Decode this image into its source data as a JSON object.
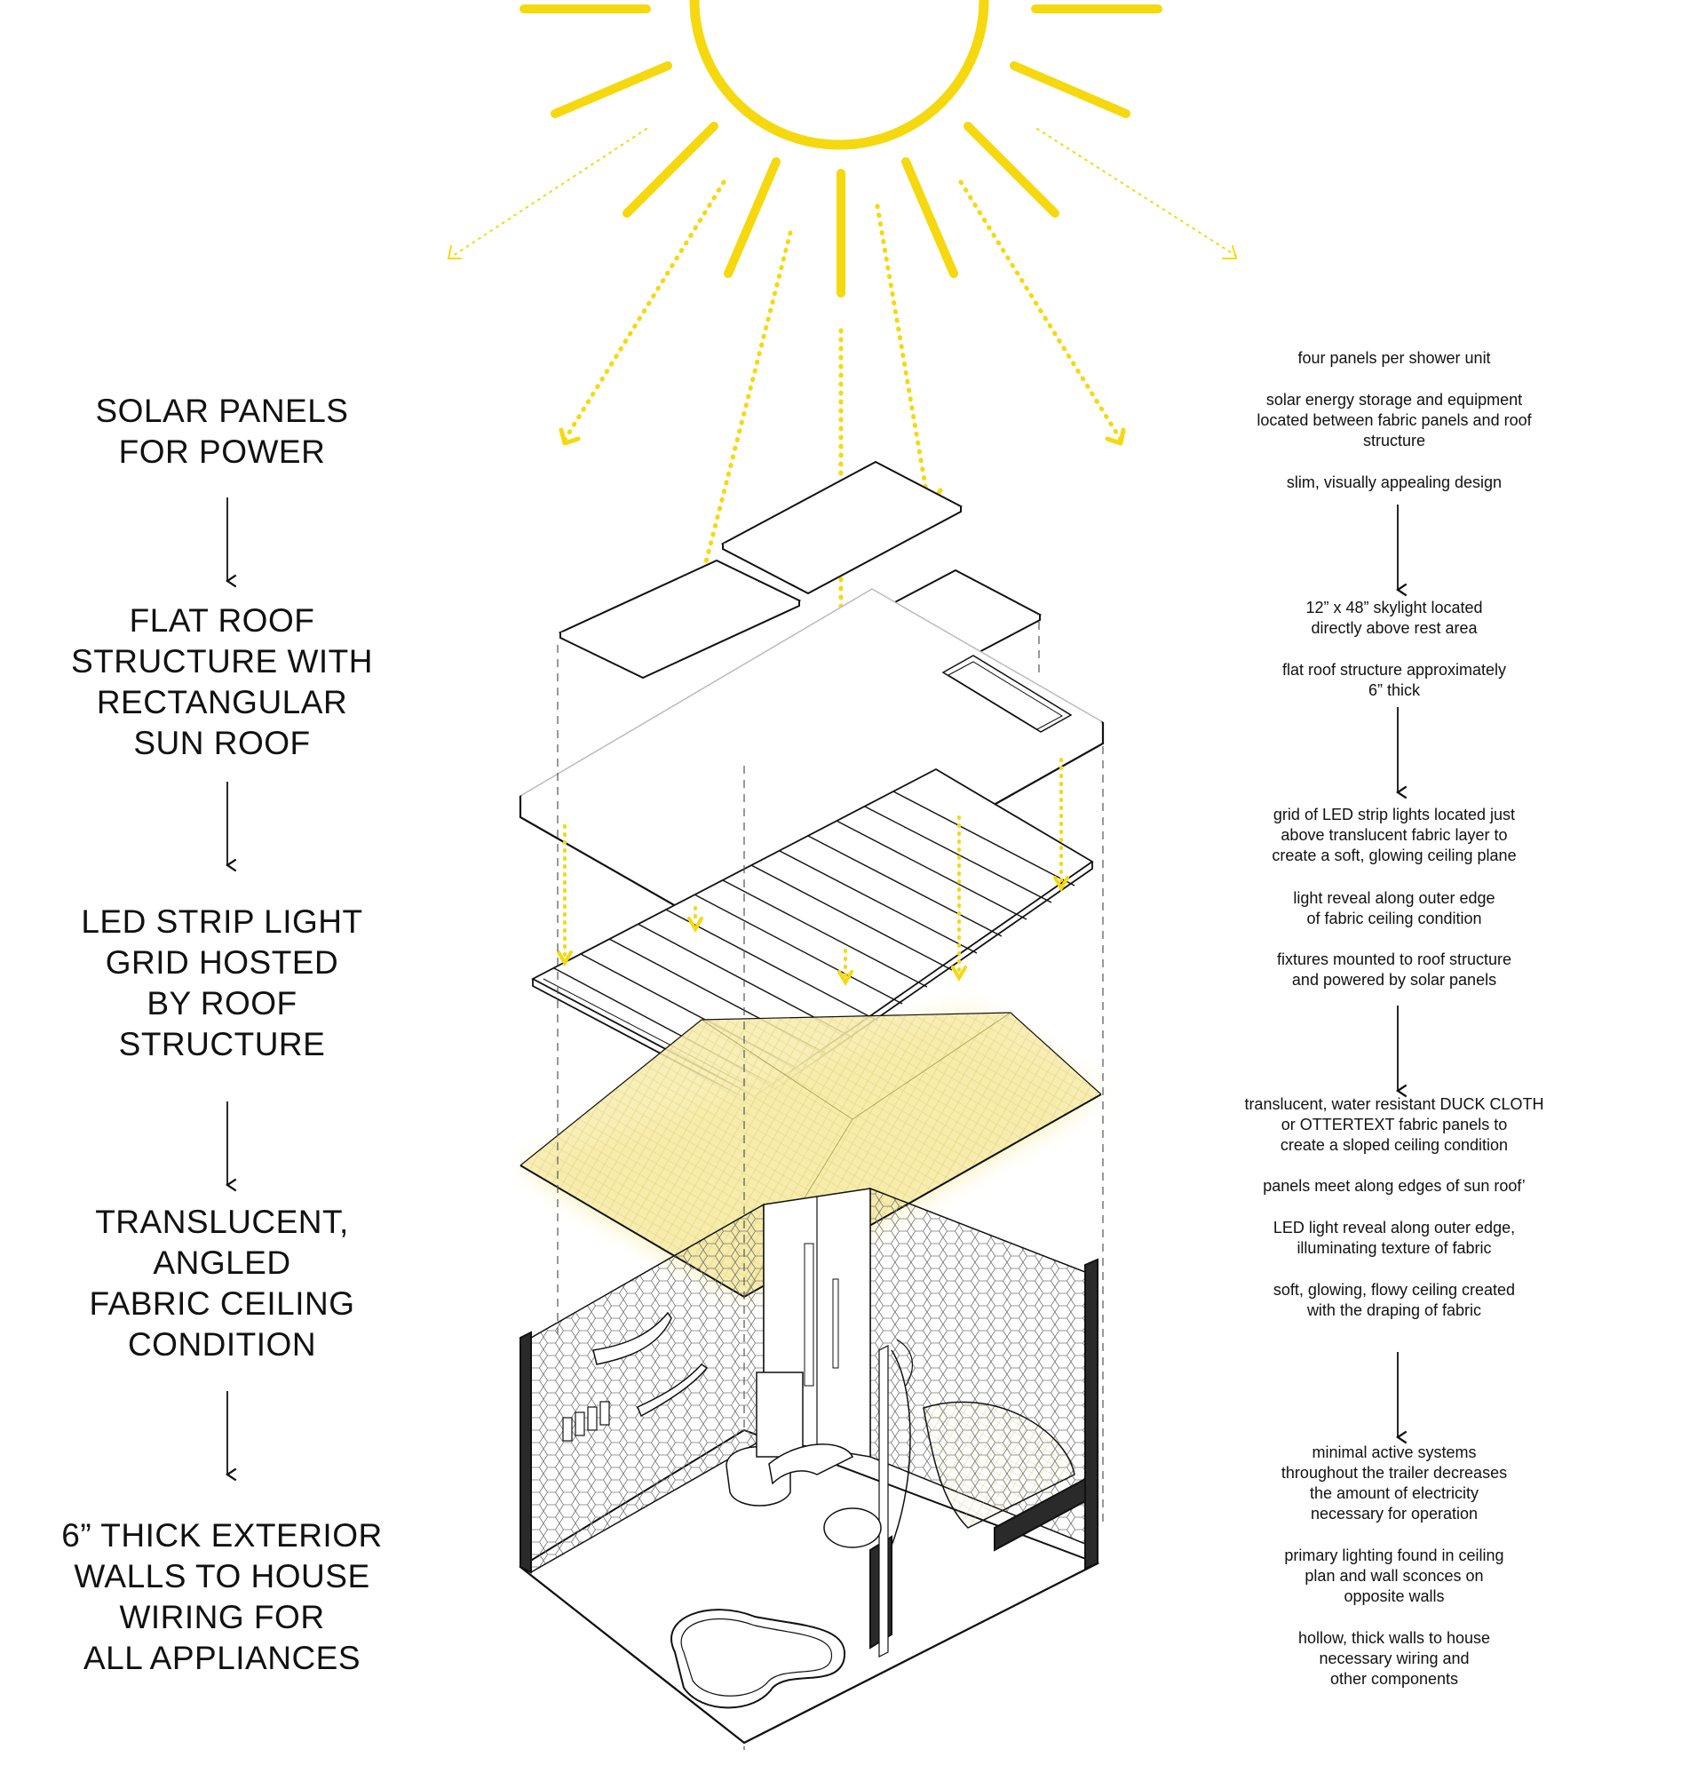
{
  "left_labels": [
    {
      "lines": [
        "SOLAR PANELS",
        "FOR POWER"
      ]
    },
    {
      "lines": [
        "FLAT ROOF",
        "STRUCTURE WITH",
        "RECTANGULAR",
        "SUN ROOF"
      ]
    },
    {
      "lines": [
        "LED STRIP LIGHT",
        "GRID HOSTED",
        "BY ROOF",
        "STRUCTURE"
      ]
    },
    {
      "lines": [
        "TRANSLUCENT,",
        "ANGLED",
        "FABRIC CEILING",
        "CONDITION"
      ]
    },
    {
      "lines": [
        "6” THICK EXTERIOR",
        "WALLS TO HOUSE",
        "WIRING FOR",
        "ALL APPLIANCES"
      ]
    }
  ],
  "right_notes": [
    {
      "lines": [
        "four panels per shower unit"
      ]
    },
    {
      "lines": [
        "solar energy storage and equipment",
        "located between fabric panels and roof",
        "structure"
      ]
    },
    {
      "lines": [
        "slim, visually appealing design"
      ]
    },
    {
      "lines": [
        "12” x 48” skylight  located",
        "directly above rest area"
      ]
    },
    {
      "lines": [
        "flat roof structure approximately",
        "6” thick"
      ]
    },
    {
      "lines": [
        "grid of LED strip lights located just",
        "above translucent fabric layer to",
        "create a soft, glowing ceiling plane"
      ]
    },
    {
      "lines": [
        "light reveal along outer edge",
        "of fabric ceiling condition"
      ]
    },
    {
      "lines": [
        "fixtures mounted to roof structure",
        "and powered by solar panels"
      ]
    },
    {
      "lines": [
        "translucent, water resistant DUCK CLOTH",
        "or OTTERTEXT fabric panels to",
        "create a sloped ceiling condition"
      ]
    },
    {
      "lines": [
        "panels meet along edges of sun roof’"
      ]
    },
    {
      "lines": [
        "LED light reveal along outer edge,",
        "illuminating texture of fabric"
      ]
    },
    {
      "lines": [
        "soft, glowing, flowy ceiling created",
        "with the draping of fabric"
      ]
    },
    {
      "lines": [
        "minimal active systems",
        "throughout the trailer decreases",
        "the amount of electricity",
        "necessary for operation"
      ]
    },
    {
      "lines": [
        "primary lighting found in ceiling",
        "plan and wall sconces on",
        "opposite walls"
      ]
    },
    {
      "lines": [
        "hollow, thick walls to house",
        "necessary wiring and",
        "other components"
      ]
    }
  ],
  "colors": {
    "sun": "#f6d80f",
    "ink": "#111111",
    "fabric_glow": "#f3e89a",
    "wall_dark": "#2a2a2a"
  }
}
